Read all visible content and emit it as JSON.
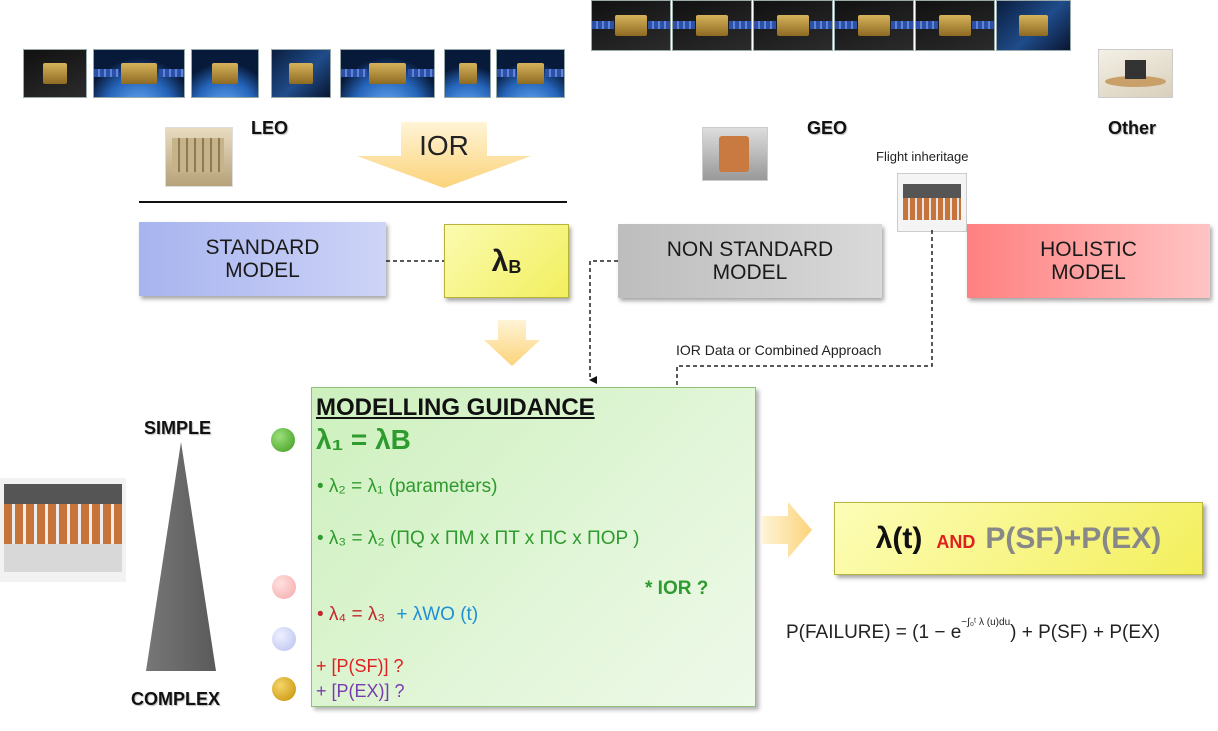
{
  "orbits": {
    "leo": "LEO",
    "geo": "GEO",
    "other": "Other"
  },
  "ior_arrow": "IOR",
  "flight_inheritage": "Flight inheritage",
  "models": {
    "standard": "STANDARD MODEL",
    "lambda_b_symbol": "λ",
    "lambda_b_sub": "B",
    "non_standard": "NON STANDARD MODEL",
    "holistic": "HOLISTIC MODEL"
  },
  "ior_data_note": "IOR Data or Combined Approach",
  "scale": {
    "simple": "SIMPLE",
    "complex": "COMPLEX"
  },
  "guidance": {
    "title": "MODELLING GUIDANCE",
    "eq1": "λ₁ = λB",
    "eq2": "• λ₂ = λ₁ (parameters)",
    "eq3": "• λ₃ = λ₂ (ΠQ x ΠM x ΠT x ΠC x ΠOP )",
    "ior_question": "* IOR ?",
    "eq4_red": "• λ₄ = λ₃",
    "eq4_blue": "+ λWO (t)",
    "psf": "+ [P(SF)] ?",
    "pex": "+ [P(EX)] ?"
  },
  "result": {
    "lambda_t": "λ(t)",
    "and": "AND",
    "probs": "P(SF)+P(EX)"
  },
  "formula": {
    "lhs": "P(FAILURE) = (1 − e",
    "exponent": "−∫₀ᵗ λ (u)du",
    "rhs": ") + P(SF) + P(EX)"
  },
  "colors": {
    "standard_box": "#b9c3f2",
    "lambda_box": "#f7f57a",
    "non_standard_box": "#c8c8c8",
    "holistic_box": "#ff8f8f",
    "guidance_green": "#2e9b2e",
    "red": "#e02020",
    "blue": "#1f8fd6",
    "purple": "#7a3ab0",
    "arrow": "#fbd98a"
  }
}
